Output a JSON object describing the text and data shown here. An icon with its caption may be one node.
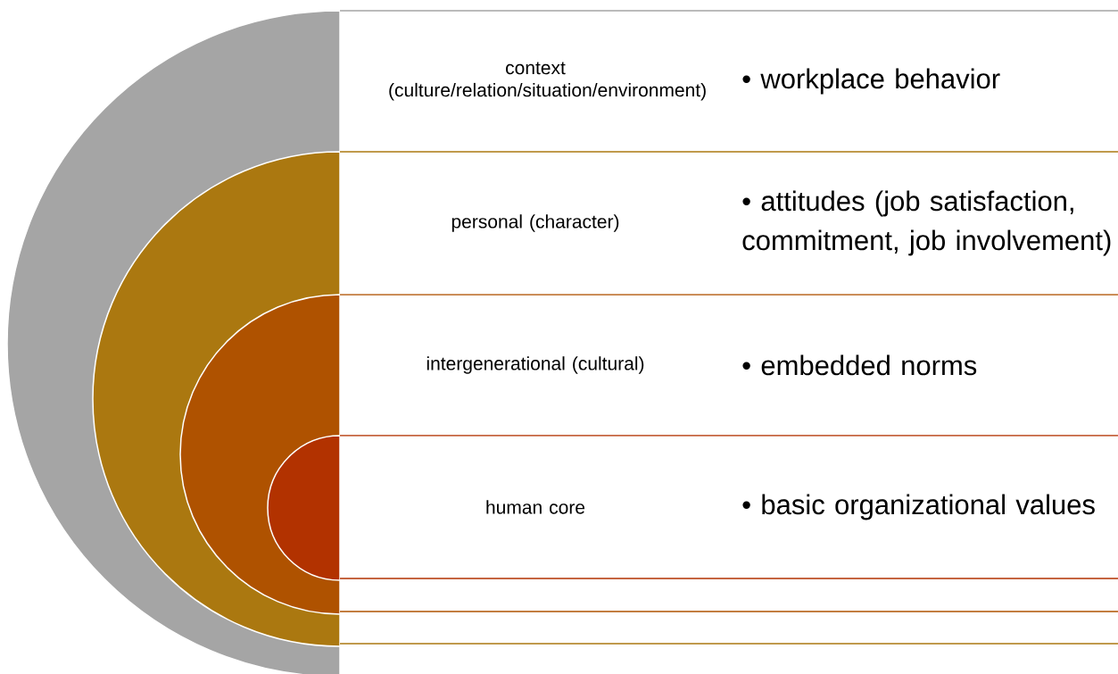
{
  "diagram": {
    "nodes": [
      {
        "text": [
          "context (culture/relation/situation/environment)",
          "• workplace behavior"
        ]
      },
      {
        "text": [
          "personal (character)",
          "• attitudes (job satisfaction, commitment, job involvement)"
        ],
        "in": 0
      },
      {
        "text": [
          "intergenerational (cultural)",
          "• embedded norms"
        ],
        "in": 1
      },
      {
        "text": [
          "human core",
          "• basic organizational values"
        ],
        "in": 2
      }
    ]
  }
}
